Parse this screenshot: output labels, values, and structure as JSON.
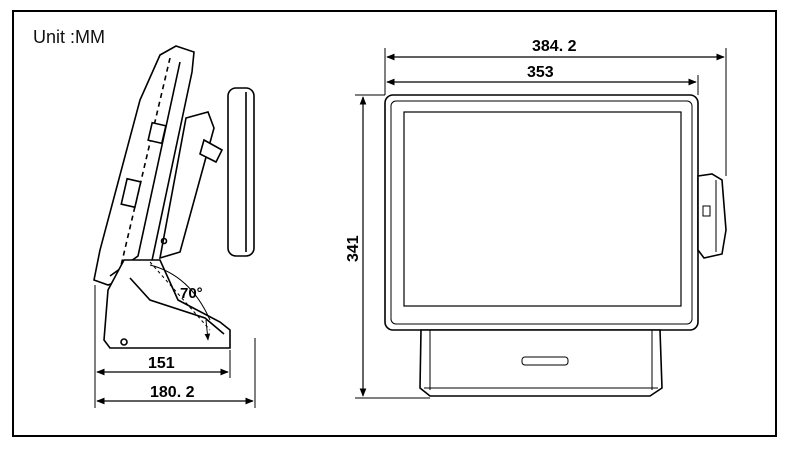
{
  "unit": "Unit :MM",
  "side_view": {
    "angle": "70°",
    "depth_stand": "151",
    "depth_total": "180. 2"
  },
  "front_view": {
    "width_total": "384. 2",
    "width_screen": "353",
    "height_total": "341"
  },
  "colors": {
    "line": "#000000",
    "background": "#ffffff"
  }
}
